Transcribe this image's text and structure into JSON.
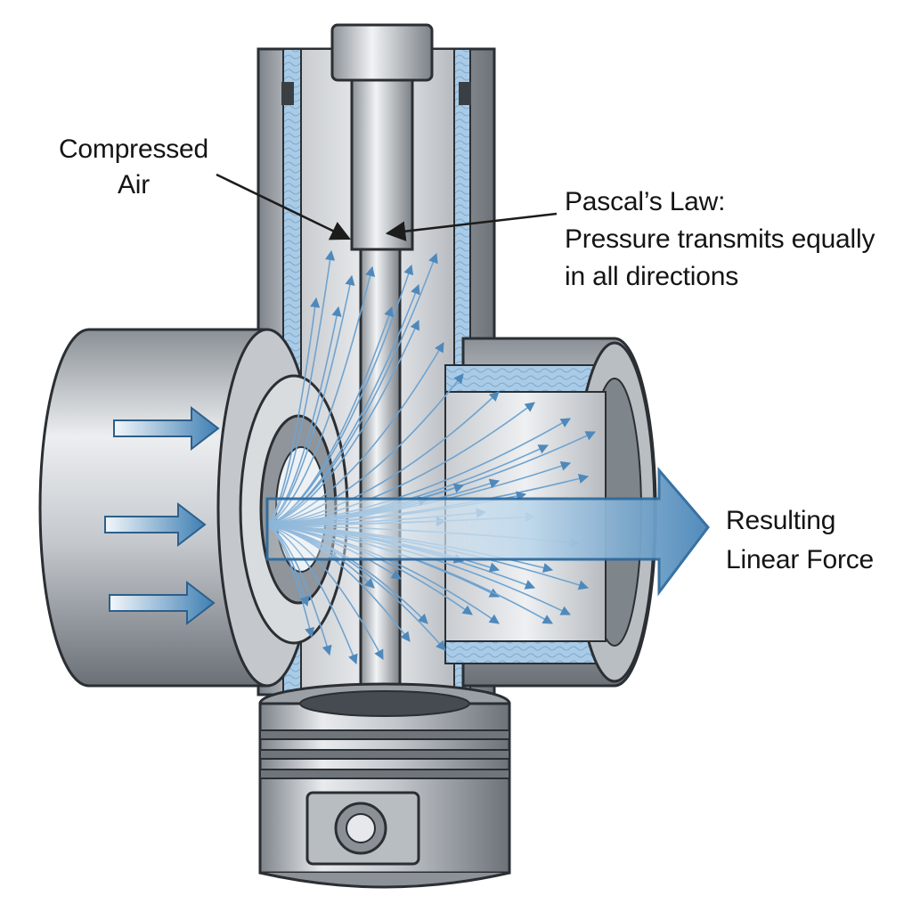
{
  "labels": {
    "compressed_air": [
      "Compressed",
      "Air"
    ],
    "pascal": [
      "Pascal’s Law:",
      "Pressure transmits equally",
      "in all directions"
    ],
    "force": [
      "Resulting",
      "Linear Force"
    ]
  },
  "colors": {
    "metal_light": "#e6e8eb",
    "metal_mid": "#a9adb3",
    "metal_dark": "#5f656c",
    "fluid_blue": "#9cc3e0",
    "arrow_blue": "#4a86b8",
    "outline": "#2b2f33"
  },
  "icons": [
    "inlet-arrow-icon",
    "pressure-arrow-icon",
    "force-arrow-icon",
    "piston-icon",
    "rod-icon"
  ]
}
